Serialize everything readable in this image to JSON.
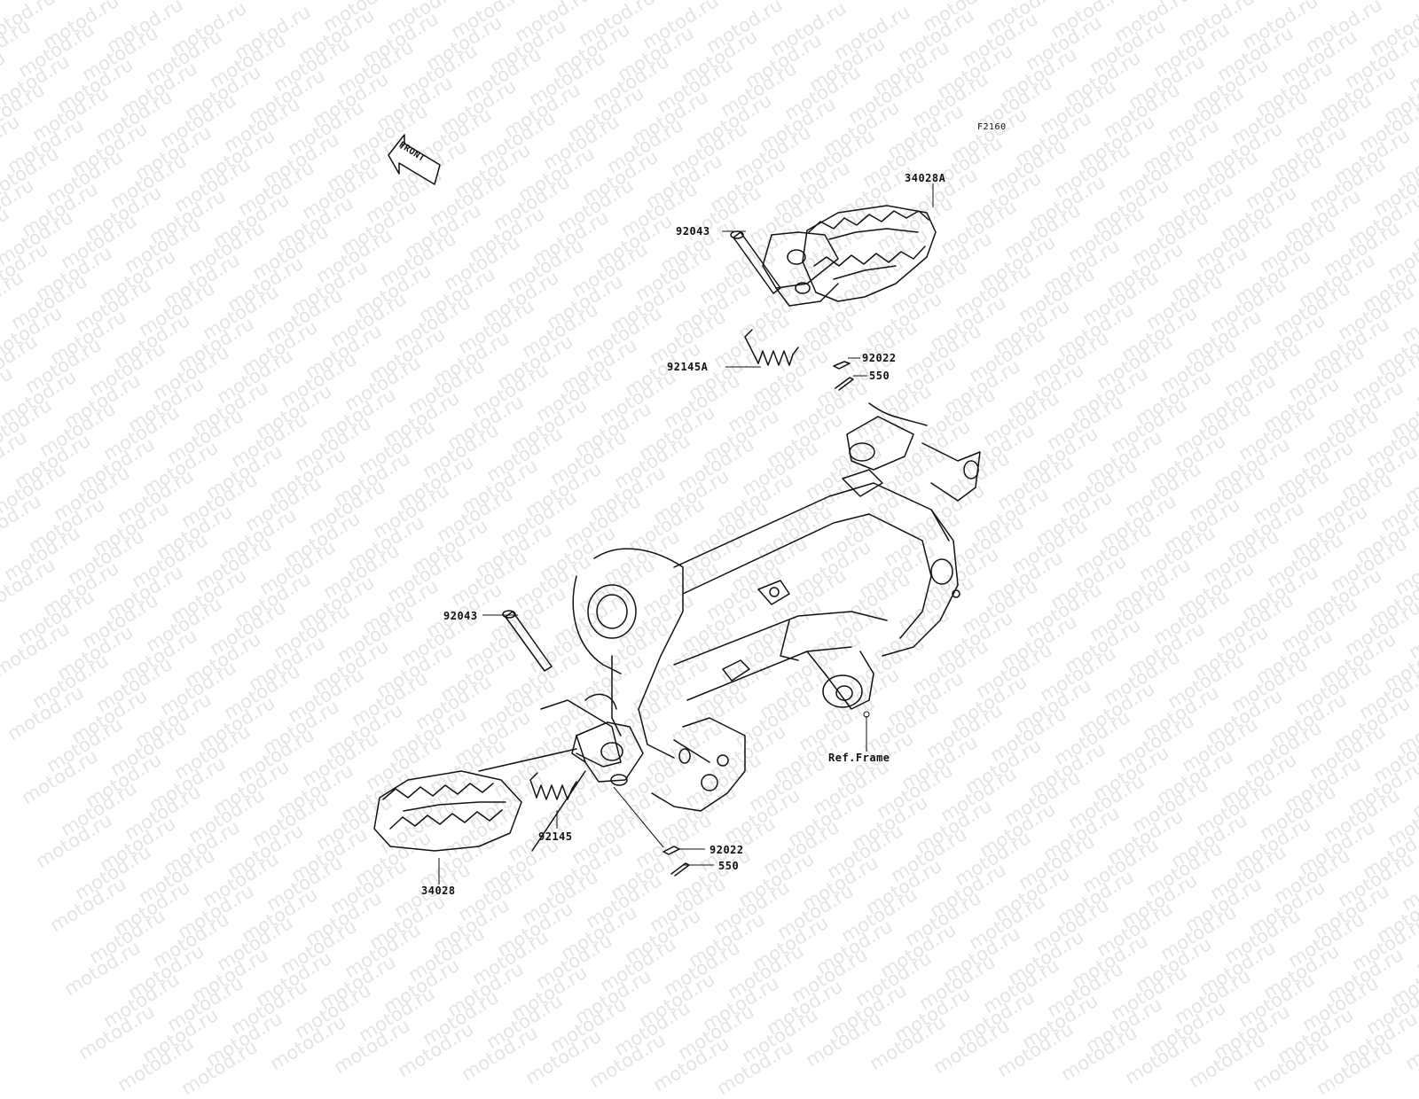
{
  "diagram": {
    "code": "F2160",
    "front_label": "FRONT",
    "watermark": "motod.ru",
    "ref_frame_label": "Ref.Frame"
  },
  "callouts": {
    "upper": [
      {
        "part": "34028A"
      },
      {
        "part": "92043"
      },
      {
        "part": "92022"
      },
      {
        "part": "550"
      },
      {
        "part": "92145A"
      }
    ],
    "lower": [
      {
        "part": "92043"
      },
      {
        "part": "92145"
      },
      {
        "part": "34028"
      },
      {
        "part": "92022"
      },
      {
        "part": "550"
      }
    ]
  }
}
